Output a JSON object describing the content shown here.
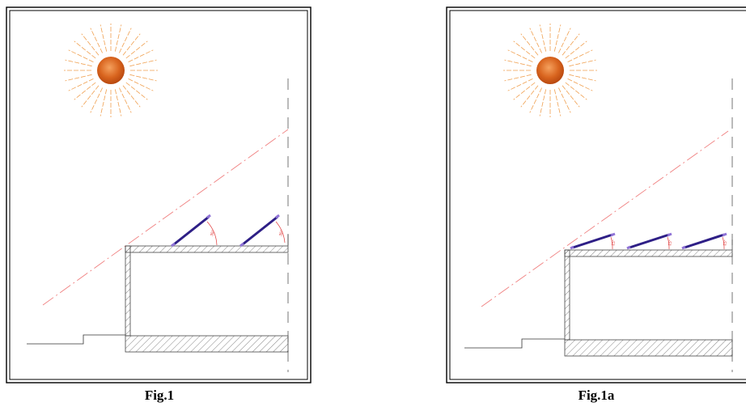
{
  "figures": [
    {
      "id": "fig1",
      "caption": "Fig.1",
      "angle_labels": [
        "35°",
        "35°"
      ]
    },
    {
      "id": "fig1a",
      "caption": "Fig.1a",
      "angle_labels": [
        "15°",
        "15°",
        "15°"
      ]
    }
  ],
  "colors": {
    "sun_core": "#d9651f",
    "sun_rays": "#f0a050",
    "panel": "#2e1f86",
    "panel_end": "#8f73d6",
    "shadow_line": "#f08080",
    "angle": "#e03a3a",
    "hatch": "#555555"
  },
  "icons": [
    "sun-icon",
    "solar-panel-icon"
  ]
}
